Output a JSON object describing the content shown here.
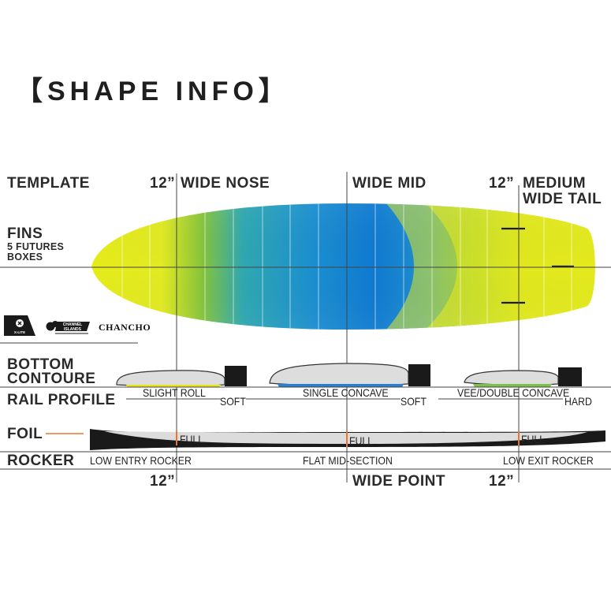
{
  "header": {
    "title": "【SHAPE INFO】"
  },
  "template": {
    "label": "TEMPLATE",
    "nose_measure": "12”",
    "nose_label": "WIDE NOSE",
    "mid_label": "WIDE MID",
    "tail_measure": "12”",
    "tail_label_1": "MEDIUM",
    "tail_label_2": "WIDE TAIL"
  },
  "fins": {
    "label": "FINS",
    "detail_1": "5 FUTURES",
    "detail_2": "BOXES"
  },
  "logos": {
    "brand_1": "X-LITE",
    "brand_2": "CHANNEL ISLANDS",
    "brand_3": "CHANCHO"
  },
  "bottom": {
    "label_1": "BOTTOM",
    "label_2": "CONTOURE",
    "nose": "SLIGHT ROLL",
    "mid": "SINGLE CONCAVE",
    "tail": "VEE/DOUBLE CONCAVE"
  },
  "rail": {
    "label": "RAIL PROFILE",
    "nose": "SOFT",
    "mid": "SOFT",
    "tail": "HARD"
  },
  "foil": {
    "label": "FOIL",
    "nose": "FULL",
    "mid": "FULL",
    "tail": "FULL"
  },
  "rocker": {
    "label": "ROCKER",
    "nose": "LOW ENTRY ROCKER",
    "mid": "FLAT MID-SECTION",
    "tail": "LOW EXIT ROCKER"
  },
  "bottom_measures": {
    "nose": "12”",
    "mid": "WIDE POINT",
    "tail": "12”"
  },
  "colors": {
    "yellow": "#e4ea1c",
    "blue": "#0f7ad1",
    "teal": "#2fa8b0",
    "accent": "#e8762e"
  }
}
